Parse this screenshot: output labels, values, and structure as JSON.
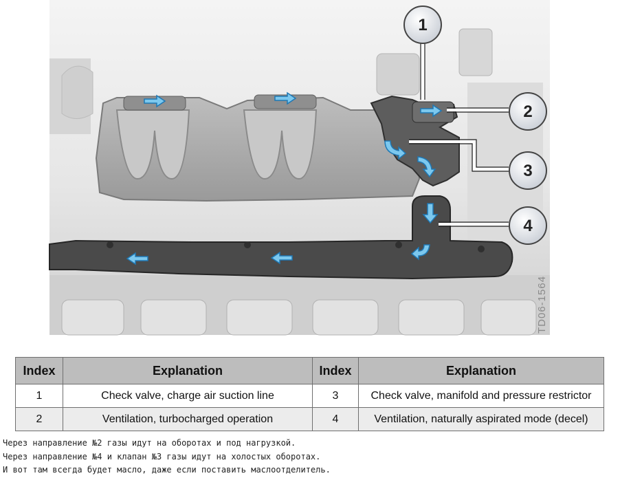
{
  "figure": {
    "callouts": [
      "1",
      "2",
      "3",
      "4"
    ],
    "watermark": "TD06-1564",
    "colors": {
      "arrow_fill": "#7cc8ee",
      "arrow_stroke": "#1f78b4",
      "callout_fill": "#d9dde3"
    }
  },
  "table": {
    "headers": [
      "Index",
      "Explanation",
      "Index",
      "Explanation"
    ],
    "rows": [
      [
        "1",
        "Check valve, charge air suction line",
        "3",
        "Check valve, manifold and pressure restrictor"
      ],
      [
        "2",
        "Ventilation, turbocharged operation",
        "4",
        "Ventilation, naturally aspirated mode (decel)"
      ]
    ]
  },
  "notes": [
    "Через направление №2 газы идут на оборотах и под нагрузкой.",
    "Через направление №4 и клапан №3 газы идут на холостых оборотах.",
    "И вот там всегда будет масло, даже если поставить маслоотделитель."
  ]
}
